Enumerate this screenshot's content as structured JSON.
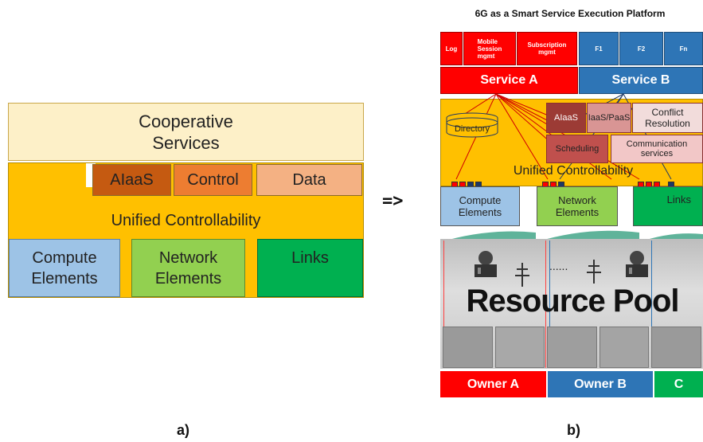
{
  "arrow": "=>",
  "diagram_a": {
    "cooperative_services": "Cooperative\nServices",
    "aiaas": "AIaaS",
    "control": "Control",
    "data": "Data",
    "unified_controllability": "Unified Controllability",
    "compute_elements": "Compute\nElements",
    "network_elements": "Network\nElements",
    "links": "Links",
    "caption": "a)"
  },
  "diagram_b": {
    "title": "6G as a Smart Service Execution Platform",
    "top_row": {
      "log": "Log",
      "mobile_session": "Mobile\nSession\nmgmt",
      "subscription": "Subscription\nmgmt",
      "f1": "F1",
      "f2": "F2",
      "fn": "Fn"
    },
    "service_a": "Service A",
    "service_b": "Service B",
    "directory": "Directory",
    "aiaas": "AIaaS",
    "iaas_paas": "IaaS/PaaS",
    "conflict_resolution": "Conflict\nResolution",
    "scheduling": "Scheduling",
    "communication_services": "Communication\nservices",
    "unified_controllability": "Unified Controllability",
    "compute_elements": "Compute\nElements",
    "network_elements": "Network\nElements",
    "links": "Links",
    "ellipsis": "......",
    "resource_pool": "Resource Pool",
    "owner_a": "Owner A",
    "owner_b": "Owner B",
    "owner_c": "C",
    "caption": "b)"
  },
  "colors": {
    "cooperative": "#fdf0c8",
    "unified": "#ffc000",
    "aiaas_dark": "#c55a11",
    "control": "#ed7d31",
    "data": "#f4b183",
    "compute": "#9dc3e6",
    "network": "#92d050",
    "links": "#00b050",
    "service_a_red": "#ff0000",
    "service_b_blue": "#2e75b6",
    "module_dark": "#c0504d",
    "module_light": "#f2c7c7"
  }
}
